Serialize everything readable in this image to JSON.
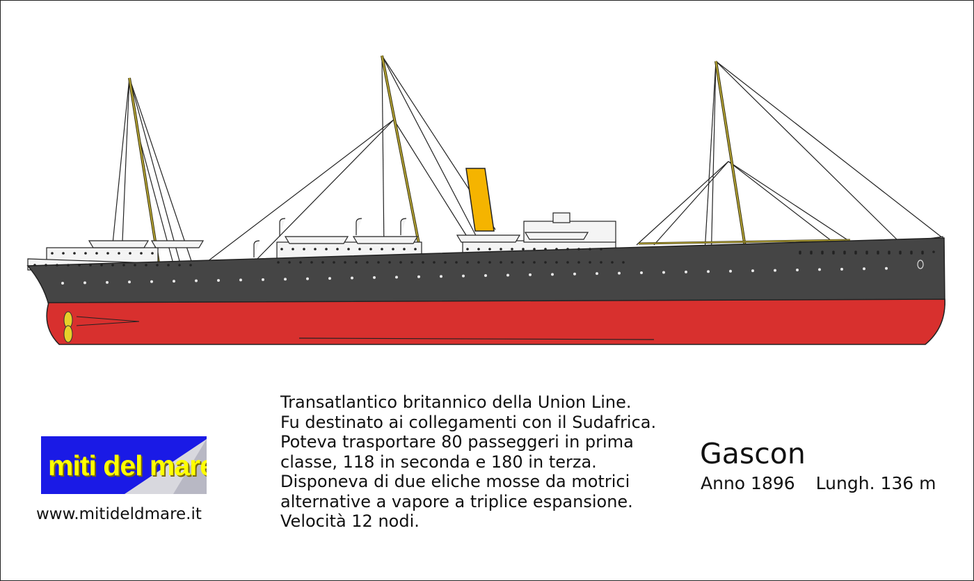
{
  "logo": {
    "text": "miti del mare",
    "icon": "sail-logo-icon",
    "bg_color": "#1a1ae6",
    "text_color": "#ffff00"
  },
  "website": "www.mitideldmare.it",
  "description": [
    "Transatlantico britannico della Union Line.",
    "Fu destinato ai collegamenti con il Sudafrica.",
    "Poteva trasportare 80 passeggeri in prima",
    "classe, 118 in seconda e 180 in terza.",
    "Disponeva di due eliche mosse da motrici",
    "alternative a vapore a triplice espansione.",
    "Velocità 12 nodi."
  ],
  "ship": {
    "name": "Gascon",
    "year": "Anno 1896",
    "length": "Lungh. 136 m",
    "colors": {
      "hull_upper": "#454545",
      "hull_lower": "#d8302e",
      "funnel": "#f5b400",
      "mast": "#8a7d1e"
    }
  }
}
